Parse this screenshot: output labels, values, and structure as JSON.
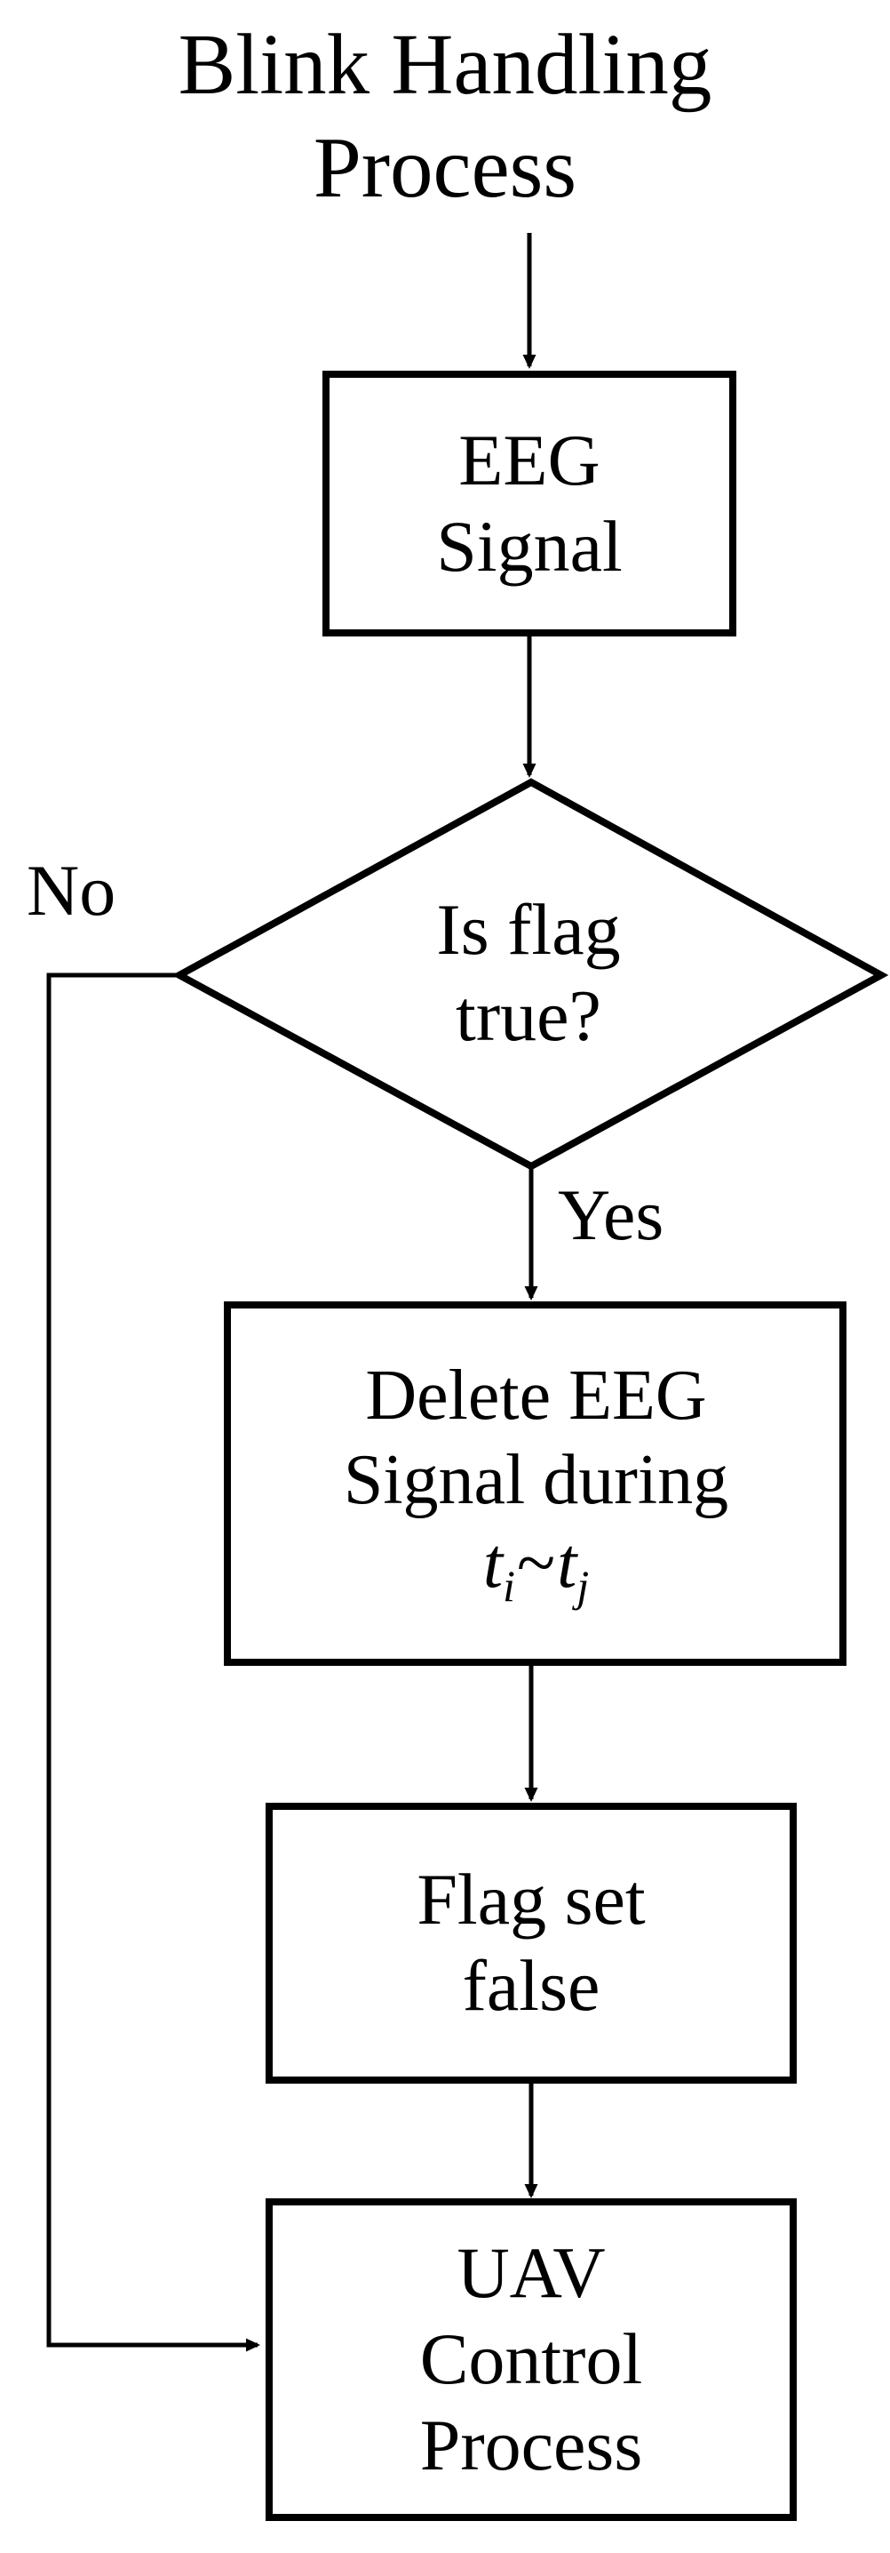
{
  "title": {
    "line1": "Blink Handling",
    "line2": "Process"
  },
  "nodes": {
    "eeg_signal": {
      "type": "process",
      "line1": "EEG",
      "line2": "Signal"
    },
    "decision_flag": {
      "type": "decision",
      "line1": "Is flag",
      "line2": "true?"
    },
    "delete_eeg": {
      "type": "process",
      "line1": "Delete  EEG",
      "line2": "Signal during",
      "line3_var1": "t",
      "line3_sub1": "i",
      "line3_op": "~",
      "line3_var2": "t",
      "line3_sub2": "j"
    },
    "flag_set_false": {
      "type": "process",
      "line1": "Flag set",
      "line2": "false"
    },
    "uav_control": {
      "type": "process",
      "line1": "UAV",
      "line2": "Control",
      "line3": "Process"
    }
  },
  "edges": {
    "no_label": "No",
    "yes_label": "Yes"
  },
  "colors": {
    "stroke": "#000000",
    "fill": "#ffffff",
    "text": "#000000"
  }
}
